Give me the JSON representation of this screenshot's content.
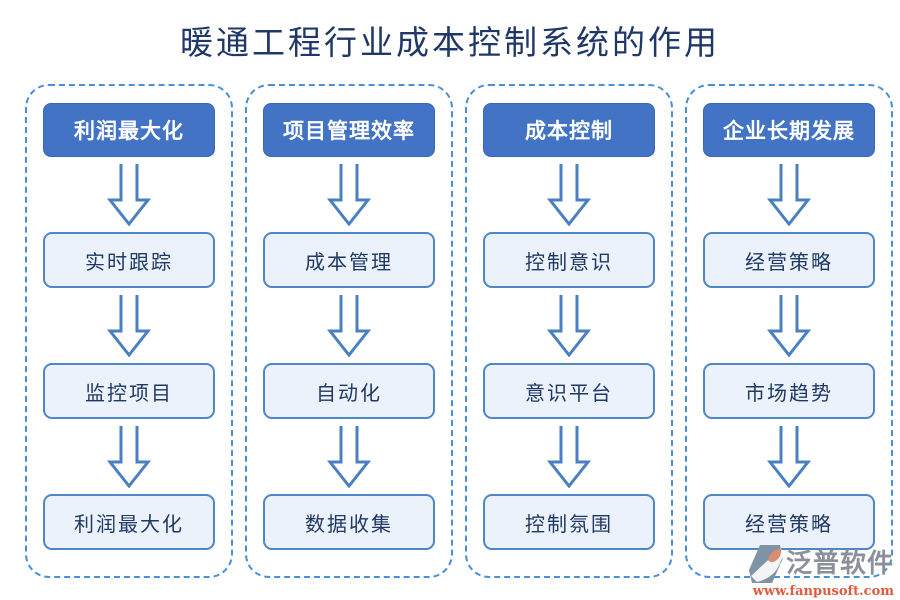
{
  "title": "暖通工程行业成本控制系统的作用",
  "columns": [
    {
      "header": "利润最大化",
      "steps": [
        "实时跟踪",
        "监控项目",
        "利润最大化"
      ]
    },
    {
      "header": "项目管理效率",
      "steps": [
        "成本管理",
        "自动化",
        "数据收集"
      ]
    },
    {
      "header": "成本控制",
      "steps": [
        "控制意识",
        "意识平台",
        "控制氛围"
      ]
    },
    {
      "header": "企业长期发展",
      "steps": [
        "经营策略",
        "市场趋势",
        "经营策略"
      ]
    }
  ],
  "watermark": {
    "brand": "泛普软件",
    "url": "www.fanpusoft.com"
  },
  "colors": {
    "title_text": "#1F3868",
    "header_bg": "#4273C4",
    "header_text": "#FFFFFF",
    "box_bg": "#EBF2FB",
    "box_border": "#4E86C6",
    "box_text": "#1F3864",
    "arrow_stroke": "#4A80C2",
    "column_dash": "#4A90D9",
    "brand_text": "#8A919B",
    "brand_url": "#E25A3C",
    "logo_gray": "#7E93A6",
    "logo_coral": "#D98C72"
  }
}
